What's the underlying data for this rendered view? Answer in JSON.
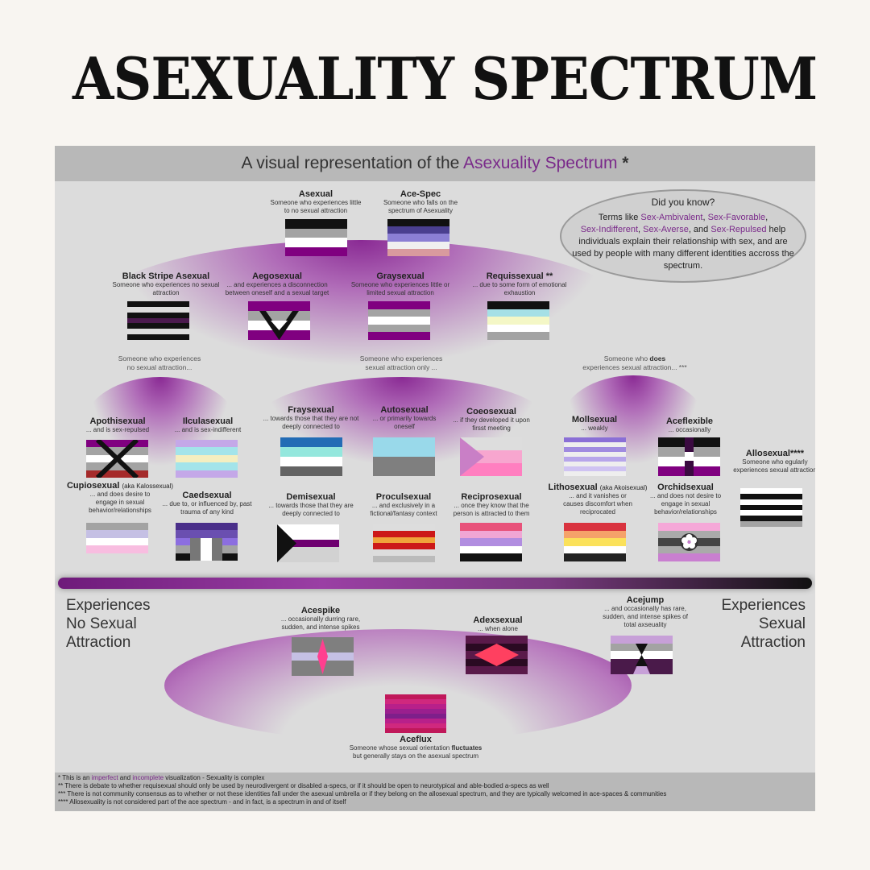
{
  "title": "ASEXUALITY SPECTRUM",
  "header": {
    "prefix": "A visual representation of the ",
    "highlight": "Asexuality Spectrum",
    "suffix": " *"
  },
  "did_you_know": {
    "title": "Did you know?",
    "t1": "Terms like ",
    "h1": "Sex-Ambivalent",
    "t2": ", ",
    "h2": "Sex-Favorable",
    "t3": ",",
    "h3": "Sex-Indifferent",
    "t4": ", ",
    "h4": "Sex-Averse",
    "t5": ", and ",
    "h5": "Sex-Repulsed",
    "t6": " help individuals explain their relationship with sex, and are used by people with many different identities accross the spectrum."
  },
  "groups": {
    "none": "Someone who experiences",
    "none2": "no sexual attraction...",
    "only": "Someone who experiences",
    "only2": "sexual attraction only ...",
    "does1": "Someone who ",
    "does_b": "does",
    "does2": "experiences sexual attraction... ***"
  },
  "identities": {
    "asexual": {
      "name": "Asexual",
      "desc": "Someone who experiences little to no sexual attraction"
    },
    "acespec": {
      "name": "Ace-Spec",
      "desc": "Someone who falls on the spectrum of Asexuality"
    },
    "blackstripe": {
      "name": "Black Stripe Asexual",
      "desc": "Someone who experiences no sexual attraction"
    },
    "aego": {
      "name": "Aegosexual",
      "desc": "... and experiences a disconnection between oneself and a sexual target"
    },
    "gray": {
      "name": "Graysexual",
      "desc": "Someone who experiences little or limited sexual attraction"
    },
    "requis": {
      "name": "Requissexual **",
      "desc": "... due to some form of emotional exhaustion"
    },
    "apothi": {
      "name": "Apothisexual",
      "desc": "... and is sex-repulsed"
    },
    "iicula": {
      "name": "Ilculasexual",
      "desc": "... and is sex-indifferent"
    },
    "cupio": {
      "name": "Cupiosexual",
      "aka": "(aka Kalossexual)",
      "desc": "... and does desire to engage in sexual behavior/relationships"
    },
    "caed": {
      "name": "Caedsexual",
      "desc": "... due to, or influenced by, past trauma of any kind"
    },
    "fray": {
      "name": "Fraysexual",
      "desc": "... towards those that they are not deeply connected to"
    },
    "auto": {
      "name": "Autosexual",
      "desc": "... or primarily towards oneself"
    },
    "coeo": {
      "name": "Coeosexual",
      "desc": "... if they developed it upon firsst meeting"
    },
    "demi": {
      "name": "Demisexual",
      "desc": "... towards those that they are deeply connected to"
    },
    "procul": {
      "name": "Proculsexual",
      "desc": "... and exclusively in a fictional/fantasy context"
    },
    "recip": {
      "name": "Reciprosexual",
      "desc": "... once they know that the person is attracted to them"
    },
    "moll": {
      "name": "Mollsexual",
      "desc": "... weakly"
    },
    "aceflex": {
      "name": "Aceflexible",
      "desc": "... occasionally"
    },
    "litho": {
      "name": "Lithosexual",
      "aka": "(aka Akoisexual)",
      "desc": "... and it vanishes or causes discomfort when reciprocated"
    },
    "orchid": {
      "name": "Orchidsexual",
      "desc": "... and does not desire to engage in sexual behavior/relationships"
    },
    "allo": {
      "name": "Allosexual****",
      "desc": "Someone who egularly experiences sexual attraction"
    },
    "acespike": {
      "name": "Acespike",
      "desc": "... occasionally durring rare, sudden, and intense spikes"
    },
    "adex": {
      "name": "Adexsexual",
      "desc": "... when alone"
    },
    "acejump": {
      "name": "Acejump",
      "desc": "... and occasionally has rare, sudden, and intense spikes of total axseuality"
    },
    "aceflux": {
      "name": "Aceflux",
      "desc1": "Someone whose sexual orientation ",
      "desc_b": "fluctuates",
      "desc2": "but generally stays on the asexual spectrum"
    }
  },
  "ends": {
    "left": "Experiences\nNo Sexual\nAttraction",
    "right": "Experiences\nSexual\nAttraction"
  },
  "footnotes": {
    "f1a": "* This is an ",
    "f1b": "imperfect",
    "f1c": " and ",
    "f1d": "incomplete",
    "f1e": " visualization - Sexuality is complex",
    "f2": "** There is debate to whether requisexual should only be used by neurodivergent or disabled a-specs, or if it should be open to neurotypical and able-bodied a-specs as well",
    "f3": "*** There is not community consensus as to whether or not these identities fall under the asexual umbrella or if they belong on the allosexual spectrum, and they are typically welcomed in ace-spaces & communities",
    "f4": "**** Allosexuality is not considered part of the ace spectrum - and in fact, is a spectrum in and of itself"
  },
  "colors": {
    "accent": "#7a2a8a",
    "panel": "#dcdcdc",
    "header": "#b8b8b8",
    "page": "#f8f5f1"
  }
}
